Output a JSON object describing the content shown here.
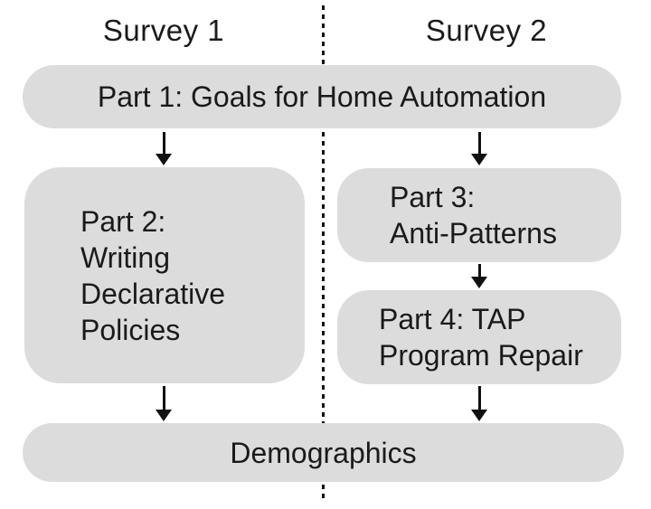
{
  "diagram": {
    "title": "Survey structure flow diagram",
    "columns": [
      {
        "label": "Survey 1"
      },
      {
        "label": "Survey 2"
      }
    ],
    "nodes": {
      "part1": {
        "label": "Part 1: Goals for Home Automation"
      },
      "part2": {
        "lines": [
          "Part 2:",
          "Writing",
          "Declarative",
          "Policies"
        ]
      },
      "part3": {
        "lines": [
          "Part 3:",
          "Anti-Patterns"
        ]
      },
      "part4": {
        "lines": [
          "Part 4: TAP",
          "Program Repair"
        ]
      },
      "demographics": {
        "label": "Demographics"
      }
    },
    "edges": [
      {
        "from": "part1",
        "to": "part2"
      },
      {
        "from": "part1",
        "to": "part3"
      },
      {
        "from": "part3",
        "to": "part4"
      },
      {
        "from": "part2",
        "to": "demographics"
      },
      {
        "from": "part4",
        "to": "demographics"
      }
    ],
    "colors": {
      "node_fill": "#dcdcdc",
      "text_color": "#1a1a1a",
      "line_color": "#111111",
      "background": "#ffffff"
    }
  }
}
